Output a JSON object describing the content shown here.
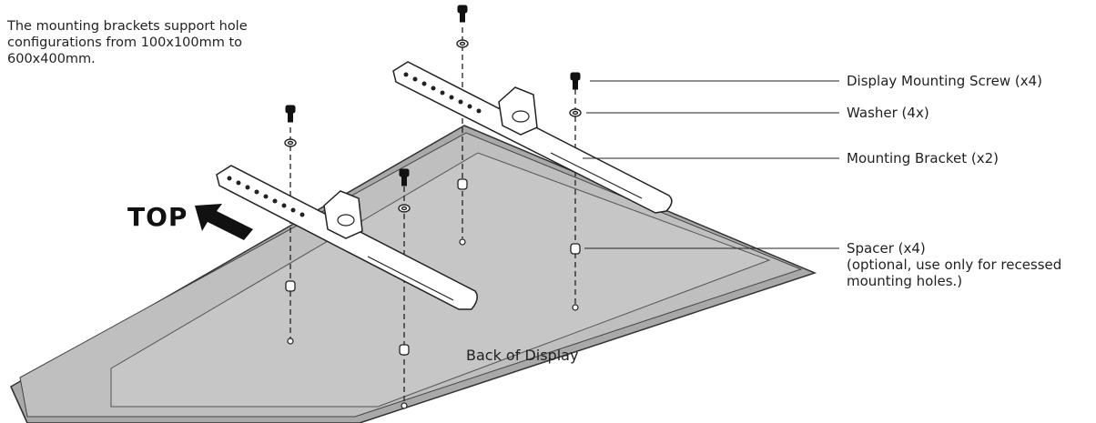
{
  "intro": {
    "line1": "The mounting brackets support hole",
    "line2": "configurations from 100x100mm to",
    "line3": "600x400mm."
  },
  "direction_label": "TOP",
  "surface_label": "Back of Display",
  "callouts": {
    "screw": "Display Mounting Screw (x4)",
    "washer": "Washer (4x)",
    "bracket": "Mounting Bracket (x2)",
    "spacer": {
      "line1": "Spacer (x4)",
      "line2": "(optional, use only for recessed",
      "line3": "mounting holes.)"
    }
  },
  "colors": {
    "display_fill": "#bfbfbf",
    "display_inner": "#c9c9c9",
    "outline": "#333333",
    "bracket_fill": "#ffffff"
  }
}
